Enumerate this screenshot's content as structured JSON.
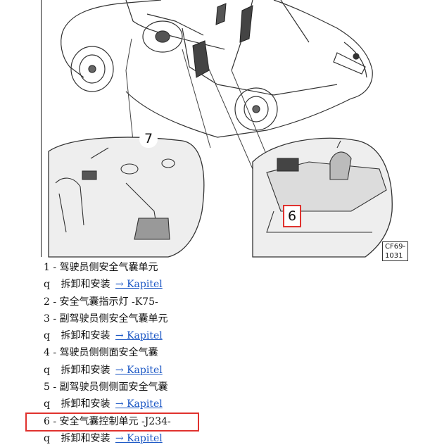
{
  "figure": {
    "code": "CF69-1031",
    "callouts": {
      "seven": "7",
      "six": "6"
    }
  },
  "legend": [
    {
      "num": "1 -",
      "text": "驾驶员侧安全气囊单元"
    },
    {
      "bullet": "q",
      "text": "拆卸和安装",
      "link": "→ Kapitel"
    },
    {
      "num": "2 -",
      "text": "安全气囊指示灯 -K75-"
    },
    {
      "num": "3 -",
      "text": "副驾驶员侧安全气囊单元"
    },
    {
      "bullet": "q",
      "text": "拆卸和安装",
      "link": "→ Kapitel"
    },
    {
      "num": "4 -",
      "text": "驾驶员侧侧面安全气囊"
    },
    {
      "bullet": "q",
      "text": "拆卸和安装",
      "link": "→ Kapitel"
    },
    {
      "num": "5 -",
      "text": "副驾驶员侧侧面安全气囊"
    },
    {
      "bullet": "q",
      "text": "拆卸和安装",
      "link": "→ Kapitel"
    },
    {
      "num": "6 -",
      "text": "安全气囊控制单元 -J234-"
    },
    {
      "bullet": "q",
      "text": "拆卸和安装",
      "link": "→ Kapitel"
    }
  ],
  "colors": {
    "highlight": "#e0322e",
    "link": "#1a56c4"
  }
}
